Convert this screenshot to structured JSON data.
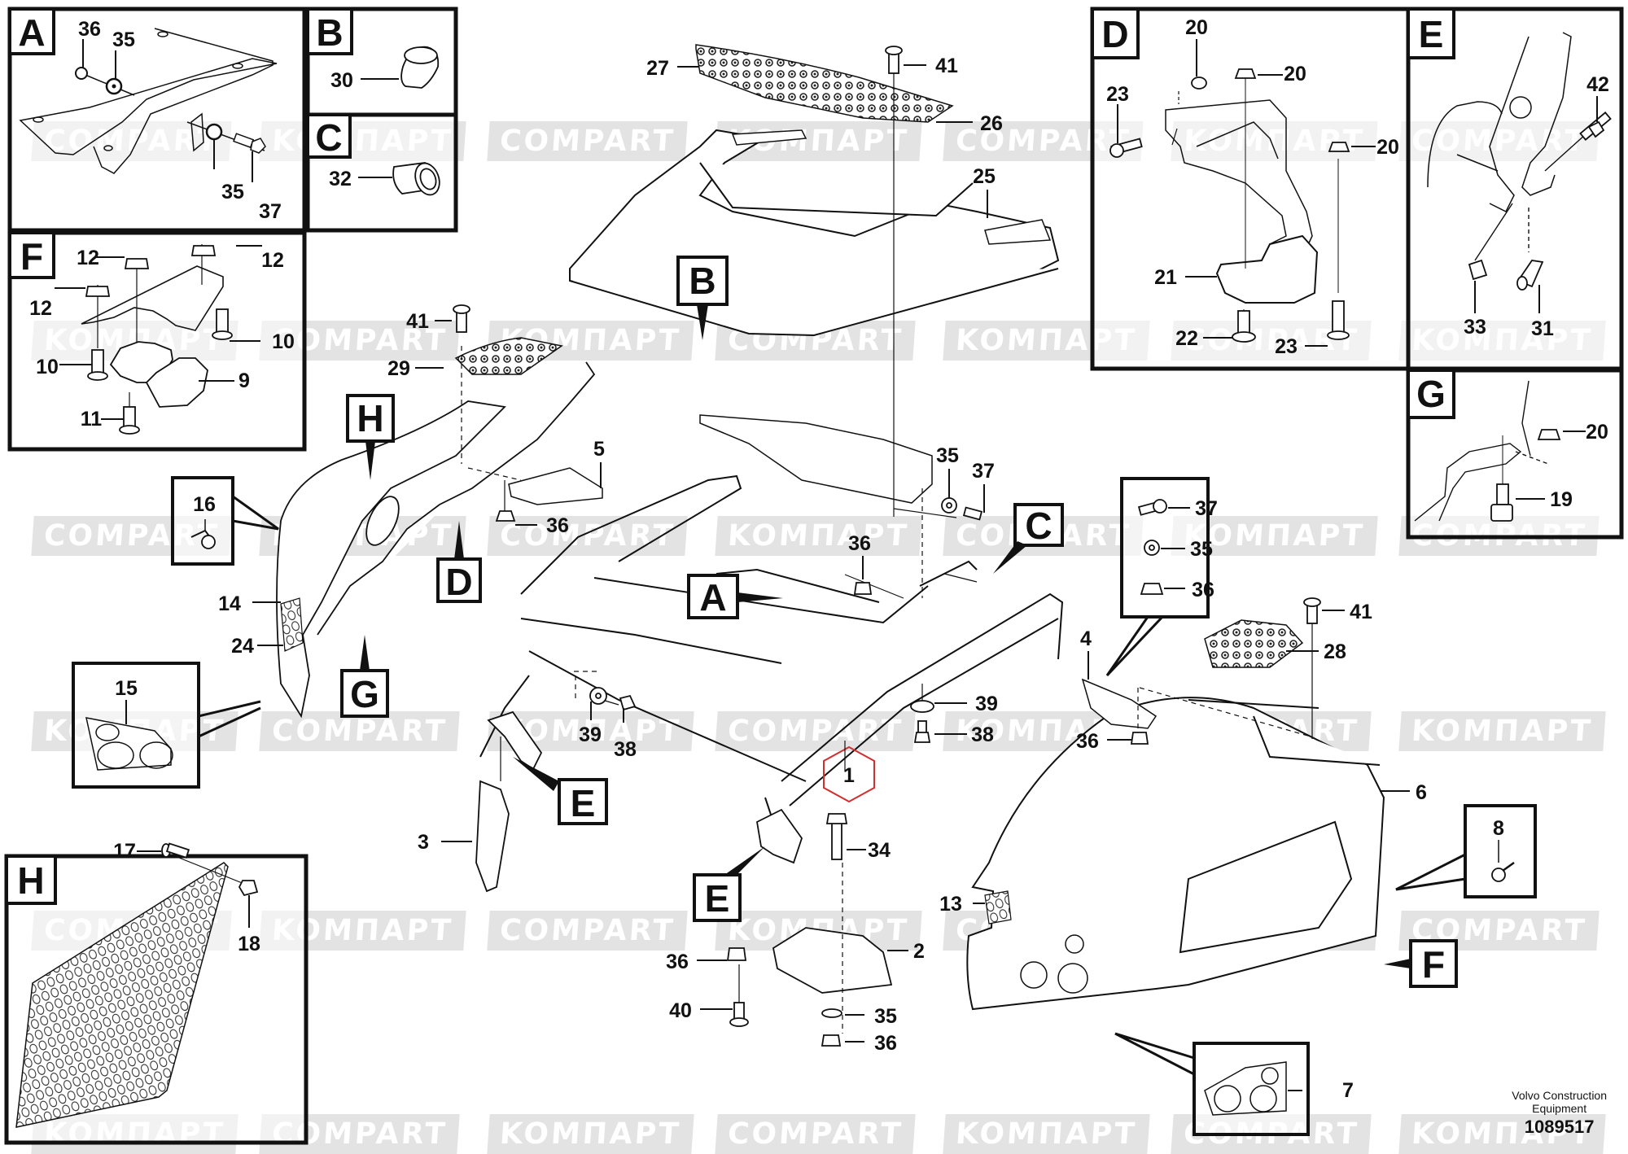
{
  "diagram": {
    "manufacturer": "Volvo Construction Equipment",
    "manufacturer_line1": "Volvo Construction",
    "manufacturer_line2": "Equipment",
    "drawing_number": "1089517",
    "watermarks": [
      "COMPART",
      "KOMПАРТ"
    ],
    "highlight_color": "#d03030",
    "highlighted_part": "1",
    "detail_panels": [
      {
        "letter": "A",
        "parts": [
          "36",
          "35",
          "35",
          "37"
        ]
      },
      {
        "letter": "B",
        "parts": [
          "30"
        ]
      },
      {
        "letter": "C",
        "parts": [
          "32"
        ]
      },
      {
        "letter": "D",
        "parts": [
          "20",
          "20",
          "20",
          "23",
          "21",
          "22",
          "23"
        ]
      },
      {
        "letter": "E",
        "parts": [
          "42",
          "33",
          "31"
        ]
      },
      {
        "letter": "F",
        "parts": [
          "12",
          "12",
          "12",
          "10",
          "10",
          "9",
          "11"
        ]
      },
      {
        "letter": "G",
        "parts": [
          "20",
          "19"
        ]
      },
      {
        "letter": "H",
        "parts": [
          "17",
          "18"
        ]
      }
    ],
    "callout_boxes": [
      {
        "parts": [
          "16"
        ]
      },
      {
        "parts": [
          "15"
        ]
      },
      {
        "parts": [
          "37",
          "35",
          "36"
        ]
      },
      {
        "parts": [
          "8"
        ]
      },
      {
        "parts": [
          "7"
        ]
      }
    ],
    "reference_markers": [
      "A",
      "B",
      "C",
      "D",
      "E",
      "E",
      "F",
      "G",
      "H"
    ],
    "main_labels": [
      "27",
      "41",
      "26",
      "25",
      "41",
      "29",
      "5",
      "36",
      "35",
      "37",
      "36",
      "14",
      "24",
      "39",
      "38",
      "39",
      "38",
      "1",
      "3",
      "34",
      "2",
      "36",
      "40",
      "35",
      "36",
      "4",
      "41",
      "28",
      "36",
      "6",
      "13"
    ]
  }
}
